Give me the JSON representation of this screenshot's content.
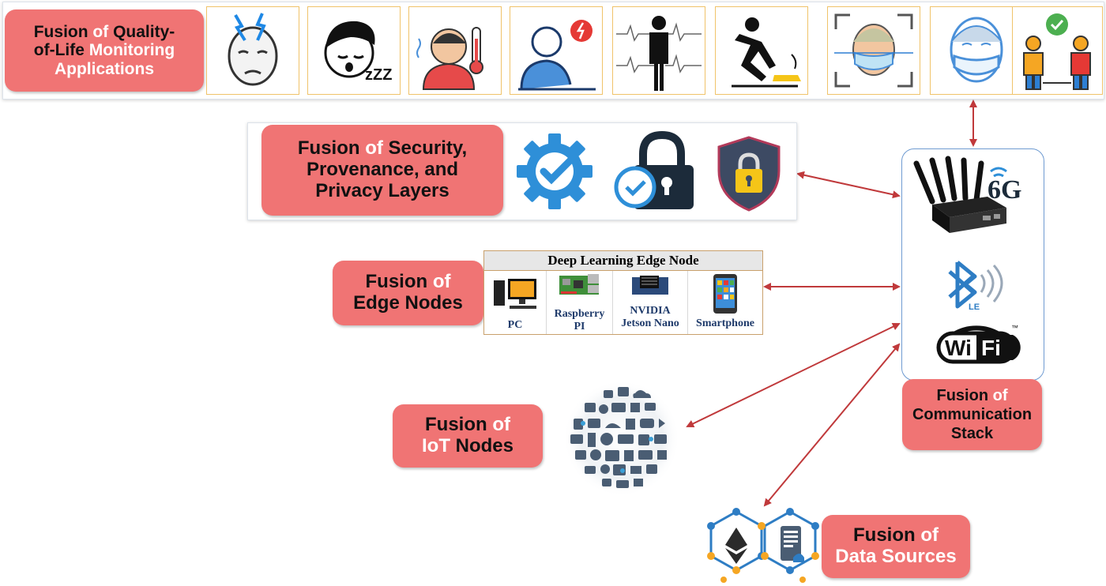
{
  "qol": {
    "title_part1": "Fusion ",
    "title_of": "of",
    "title_part2": " Quality-",
    "title_line2_a": "of-Life ",
    "title_line2_b": "Monitoring",
    "title_line3": "Applications",
    "icons": [
      "headache-icon",
      "sleep-icon",
      "fever-icon",
      "cough-icon",
      "heart-rhythm-icon",
      "fall-icon",
      "face-scan-icon",
      "face-mask-icon",
      "social-distance-icon"
    ]
  },
  "security": {
    "line1_a": "Fusion ",
    "line1_of": "of",
    "line1_b": " Security,",
    "line2": "Provenance, and",
    "line3": "Privacy Layers",
    "icons": [
      "gear-check-icon",
      "padlock-check-icon",
      "shield-lock-icon"
    ]
  },
  "edge": {
    "label_a": "Fusion ",
    "label_of": "of",
    "label_line2": "Edge Nodes",
    "table_title": "Deep Learning Edge Node",
    "nodes": [
      {
        "line1": "PC",
        "line2": ""
      },
      {
        "line1": "Raspberry",
        "line2": "PI"
      },
      {
        "line1": "NVIDIA",
        "line2": "Jetson Nano"
      },
      {
        "line1": "Smartphone",
        "line2": ""
      }
    ]
  },
  "iot": {
    "label_a": "Fusion ",
    "label_of": "of",
    "label_line2_a": "IoT",
    "label_line2_b": " Nodes"
  },
  "comm": {
    "sixg": "6G",
    "le": "LE",
    "wifi_a": "Wi",
    "wifi_b": "Fi",
    "tm": "™",
    "label_a": "Fusion ",
    "label_of": "of",
    "label_line2": "Communication",
    "label_line3": "Stack"
  },
  "data_sources": {
    "label_a": "Fusion ",
    "label_of": "of",
    "label_line2": "Data Sources"
  },
  "colors": {
    "label_fill": "#f07474",
    "highlight_text": "#ffffff",
    "arrow": "#c0393b",
    "comm_border": "#6f9bd1"
  }
}
